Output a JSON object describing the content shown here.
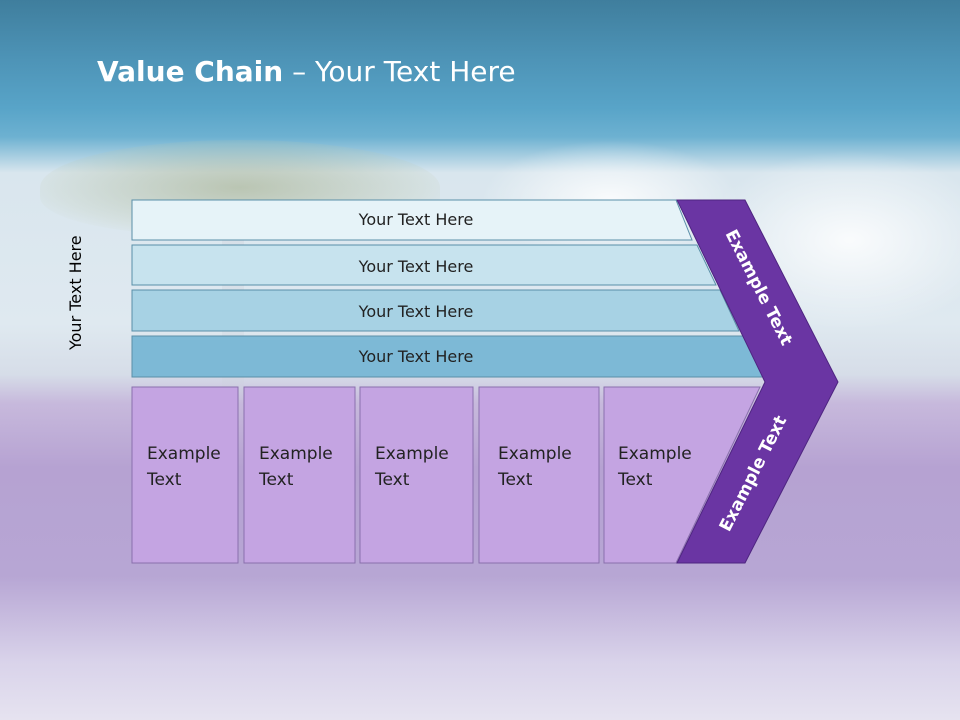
{
  "title": {
    "bold": "Value Chain",
    "rest": " – Your Text Here"
  },
  "side_label": "Your Text Here",
  "bars": [
    {
      "label": "Your Text Here"
    },
    {
      "label": "Your Text Here"
    },
    {
      "label": "Your Text Here"
    },
    {
      "label": "Your Text Here"
    }
  ],
  "boxes": [
    {
      "line1": "Example",
      "line2": "Text"
    },
    {
      "line1": "Example",
      "line2": "Text"
    },
    {
      "line1": "Example",
      "line2": "Text"
    },
    {
      "line1": "Example",
      "line2": "Text"
    },
    {
      "line1": "Example",
      "line2": "Text"
    }
  ],
  "chevron": {
    "top_label": "Example Text",
    "bottom_label": "Example Text"
  },
  "colors": {
    "bar1": "#e6f3f8",
    "bar2": "#c7e3ee",
    "bar3": "#a7d2e4",
    "bar4": "#7db9d6",
    "box": "#c4a4e2",
    "chevron": "#6a35a3"
  }
}
